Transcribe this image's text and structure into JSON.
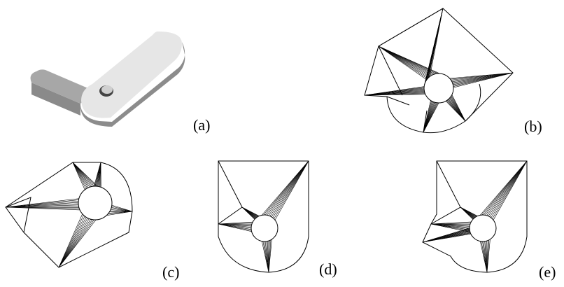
{
  "figure": {
    "panels": [
      {
        "id": "a",
        "label": "(a)",
        "content": "3d-part-render"
      },
      {
        "id": "b",
        "label": "(b)",
        "content": "wireframe-triangulation"
      },
      {
        "id": "c",
        "label": "(c)",
        "content": "wireframe-triangulation"
      },
      {
        "id": "d",
        "label": "(d)",
        "content": "wireframe-triangulation"
      },
      {
        "id": "e",
        "label": "(e)",
        "content": "wireframe-triangulation"
      }
    ],
    "colors": {
      "stroke": "#000000",
      "part_top": "#e6e6e6",
      "part_side": "#8c8c8c",
      "background": "#ffffff"
    }
  }
}
